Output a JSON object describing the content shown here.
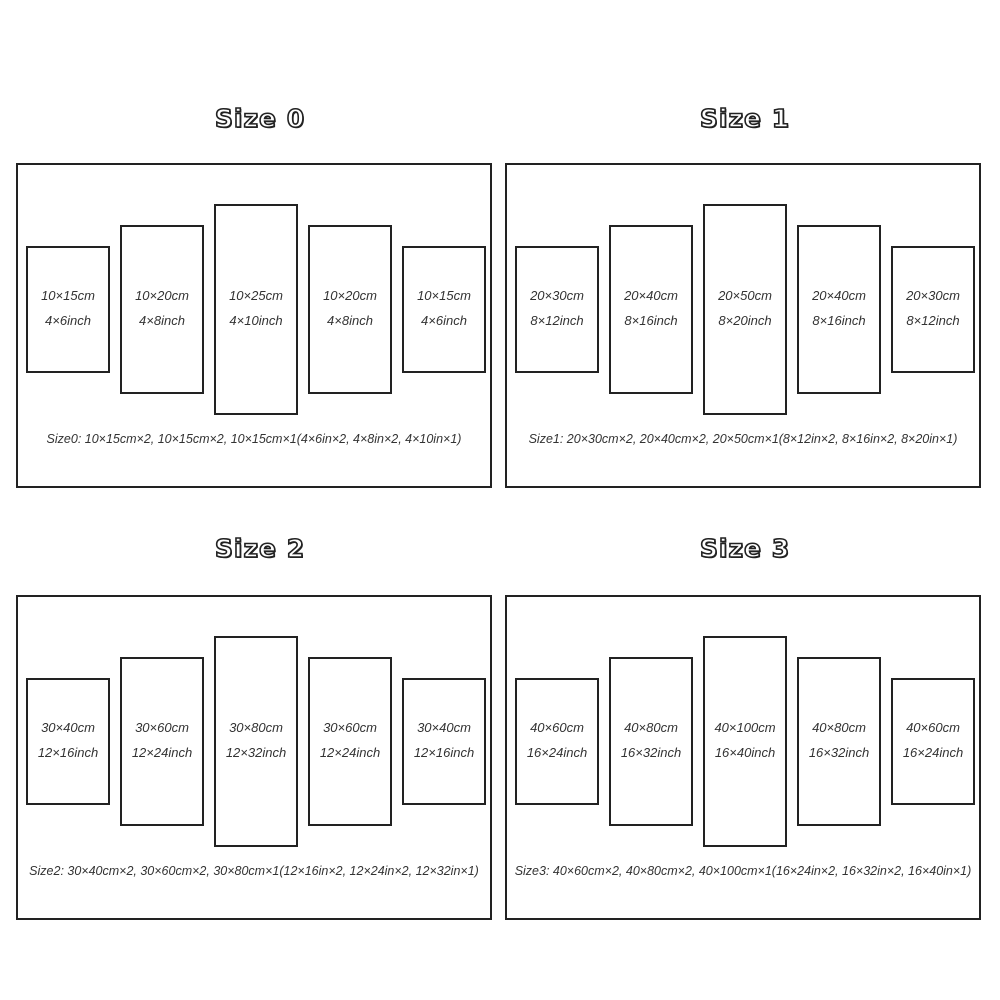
{
  "groups": [
    {
      "title": "Size 0",
      "panels": [
        {
          "cm": "10×15cm",
          "inch": "4×6inch"
        },
        {
          "cm": "10×20cm",
          "inch": "4×8inch"
        },
        {
          "cm": "10×25cm",
          "inch": "4×10inch"
        },
        {
          "cm": "10×20cm",
          "inch": "4×8inch"
        },
        {
          "cm": "10×15cm",
          "inch": "4×6inch"
        }
      ],
      "caption": "Size0: 10×15cm×2, 10×15cm×2, 10×15cm×1(4×6in×2, 4×8in×2, 4×10in×1)"
    },
    {
      "title": "Size 1",
      "panels": [
        {
          "cm": "20×30cm",
          "inch": "8×12inch"
        },
        {
          "cm": "20×40cm",
          "inch": "8×16inch"
        },
        {
          "cm": "20×50cm",
          "inch": "8×20inch"
        },
        {
          "cm": "20×40cm",
          "inch": "8×16inch"
        },
        {
          "cm": "20×30cm",
          "inch": "8×12inch"
        }
      ],
      "caption": "Size1: 20×30cm×2, 20×40cm×2, 20×50cm×1(8×12in×2, 8×16in×2, 8×20in×1)"
    },
    {
      "title": "Size 2",
      "panels": [
        {
          "cm": "30×40cm",
          "inch": "12×16inch"
        },
        {
          "cm": "30×60cm",
          "inch": "12×24inch"
        },
        {
          "cm": "30×80cm",
          "inch": "12×32inch"
        },
        {
          "cm": "30×60cm",
          "inch": "12×24inch"
        },
        {
          "cm": "30×40cm",
          "inch": "12×16inch"
        }
      ],
      "caption": "Size2: 30×40cm×2, 30×60cm×2, 30×80cm×1(12×16in×2, 12×24in×2, 12×32in×1)"
    },
    {
      "title": "Size 3",
      "panels": [
        {
          "cm": "40×60cm",
          "inch": "16×24inch"
        },
        {
          "cm": "40×80cm",
          "inch": "16×32inch"
        },
        {
          "cm": "40×100cm",
          "inch": "16×40inch"
        },
        {
          "cm": "40×80cm",
          "inch": "16×32inch"
        },
        {
          "cm": "40×60cm",
          "inch": "16×24inch"
        }
      ],
      "caption": "Size3: 40×60cm×2, 40×80cm×2, 40×100cm×1(16×24in×2, 16×32in×2, 16×40in×1)"
    }
  ]
}
